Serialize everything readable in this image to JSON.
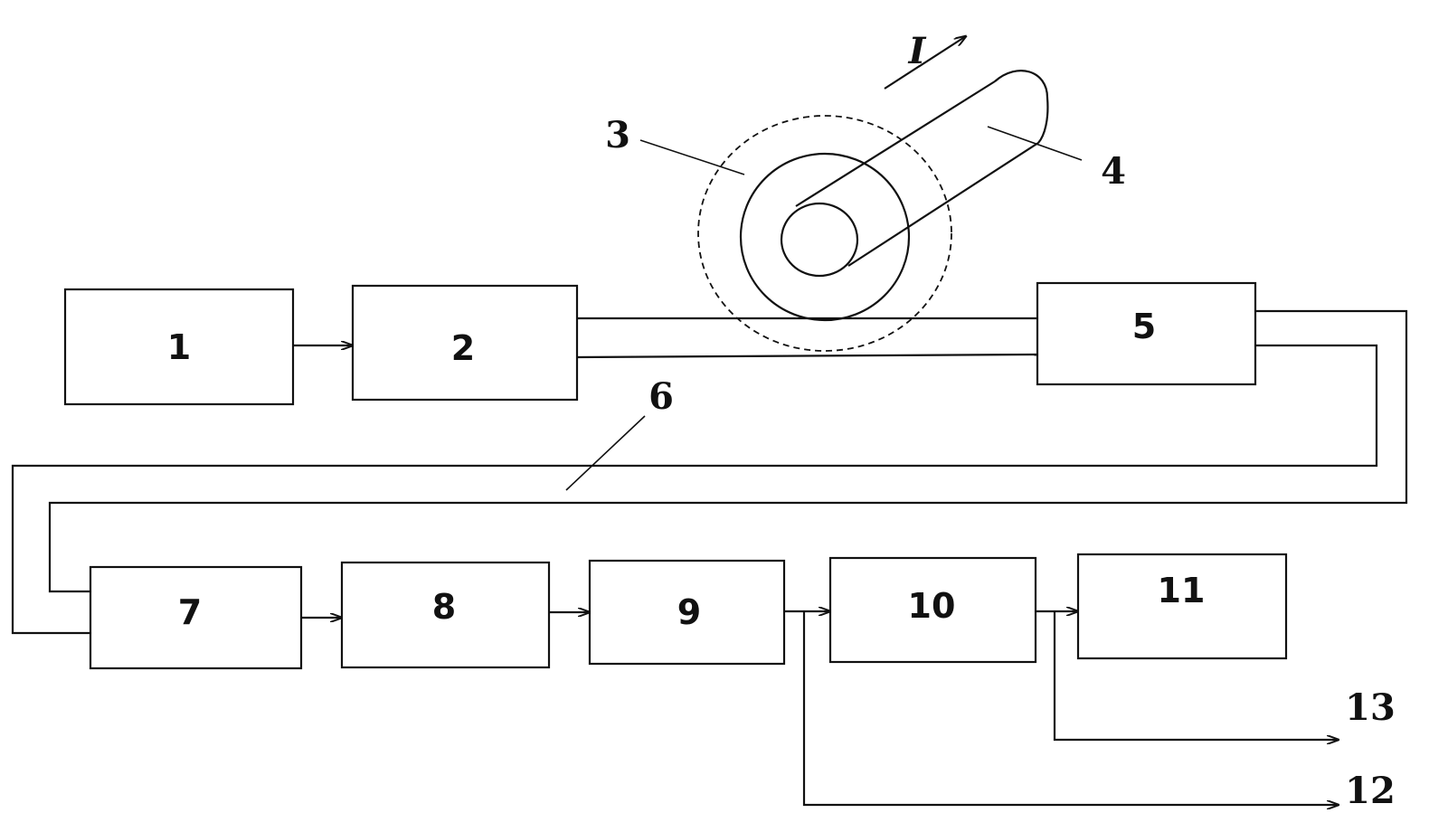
{
  "blocks": {
    "b1": "1",
    "b2": "2",
    "b5": "5",
    "b7": "7",
    "b8": "8",
    "b9": "9",
    "b10": "10",
    "b11": "11"
  },
  "callouts": {
    "c3": "3",
    "c4": "4",
    "c6": "6",
    "c12": "12",
    "c13": "13",
    "current": "I"
  }
}
